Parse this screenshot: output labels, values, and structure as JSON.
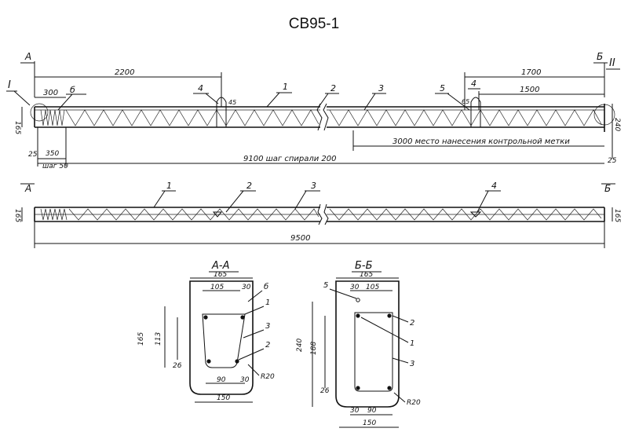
{
  "title": "СВ95-1",
  "elevation": {
    "section_marks": {
      "a": "А",
      "b": "Б"
    },
    "roman": {
      "one": "I",
      "two": "II"
    },
    "dims": {
      "d2200": "2200",
      "d1700": "1700",
      "d300": "300",
      "d1500": "1500",
      "d165": "165",
      "d240": "240",
      "d25_left": "25",
      "d25_right": "25",
      "d350": "350",
      "step50": "шаг 50",
      "d9100": "9100 шаг спирали 200",
      "d3000": "3000 место нанесения контрольной метки",
      "d45": "45",
      "d65": "65"
    },
    "callouts": {
      "c1": "1",
      "c2": "2",
      "c3": "3",
      "c4a": "4",
      "c4b": "4",
      "c5": "5",
      "c6": "б"
    }
  },
  "plan": {
    "d165_left": "165",
    "d165_right": "165",
    "d9500": "9500",
    "callouts": {
      "c1": "1",
      "c2": "2",
      "c3": "3",
      "c4": "4"
    },
    "section_marks": {
      "a": "А",
      "b": "Б"
    }
  },
  "section_aa": {
    "label": "А-А",
    "dims": {
      "w165": "165",
      "w105": "105",
      "w30": "30",
      "h165": "165",
      "h113": "113",
      "h26": "26",
      "b90": "90",
      "b30": "30",
      "b150": "150",
      "r": "R20"
    },
    "callouts": {
      "c6": "б",
      "c1": "1",
      "c3": "3",
      "c2": "2"
    }
  },
  "section_bb": {
    "label": "Б-Б",
    "dims": {
      "w165": "165",
      "w30": "30",
      "w105": "105",
      "h240": "240",
      "h188": "188",
      "h26": "26",
      "b30": "30",
      "b90": "90",
      "b150": "150",
      "r": "R20"
    },
    "callouts": {
      "c5": "5",
      "c2": "2",
      "c1": "1",
      "c3": "3"
    }
  }
}
